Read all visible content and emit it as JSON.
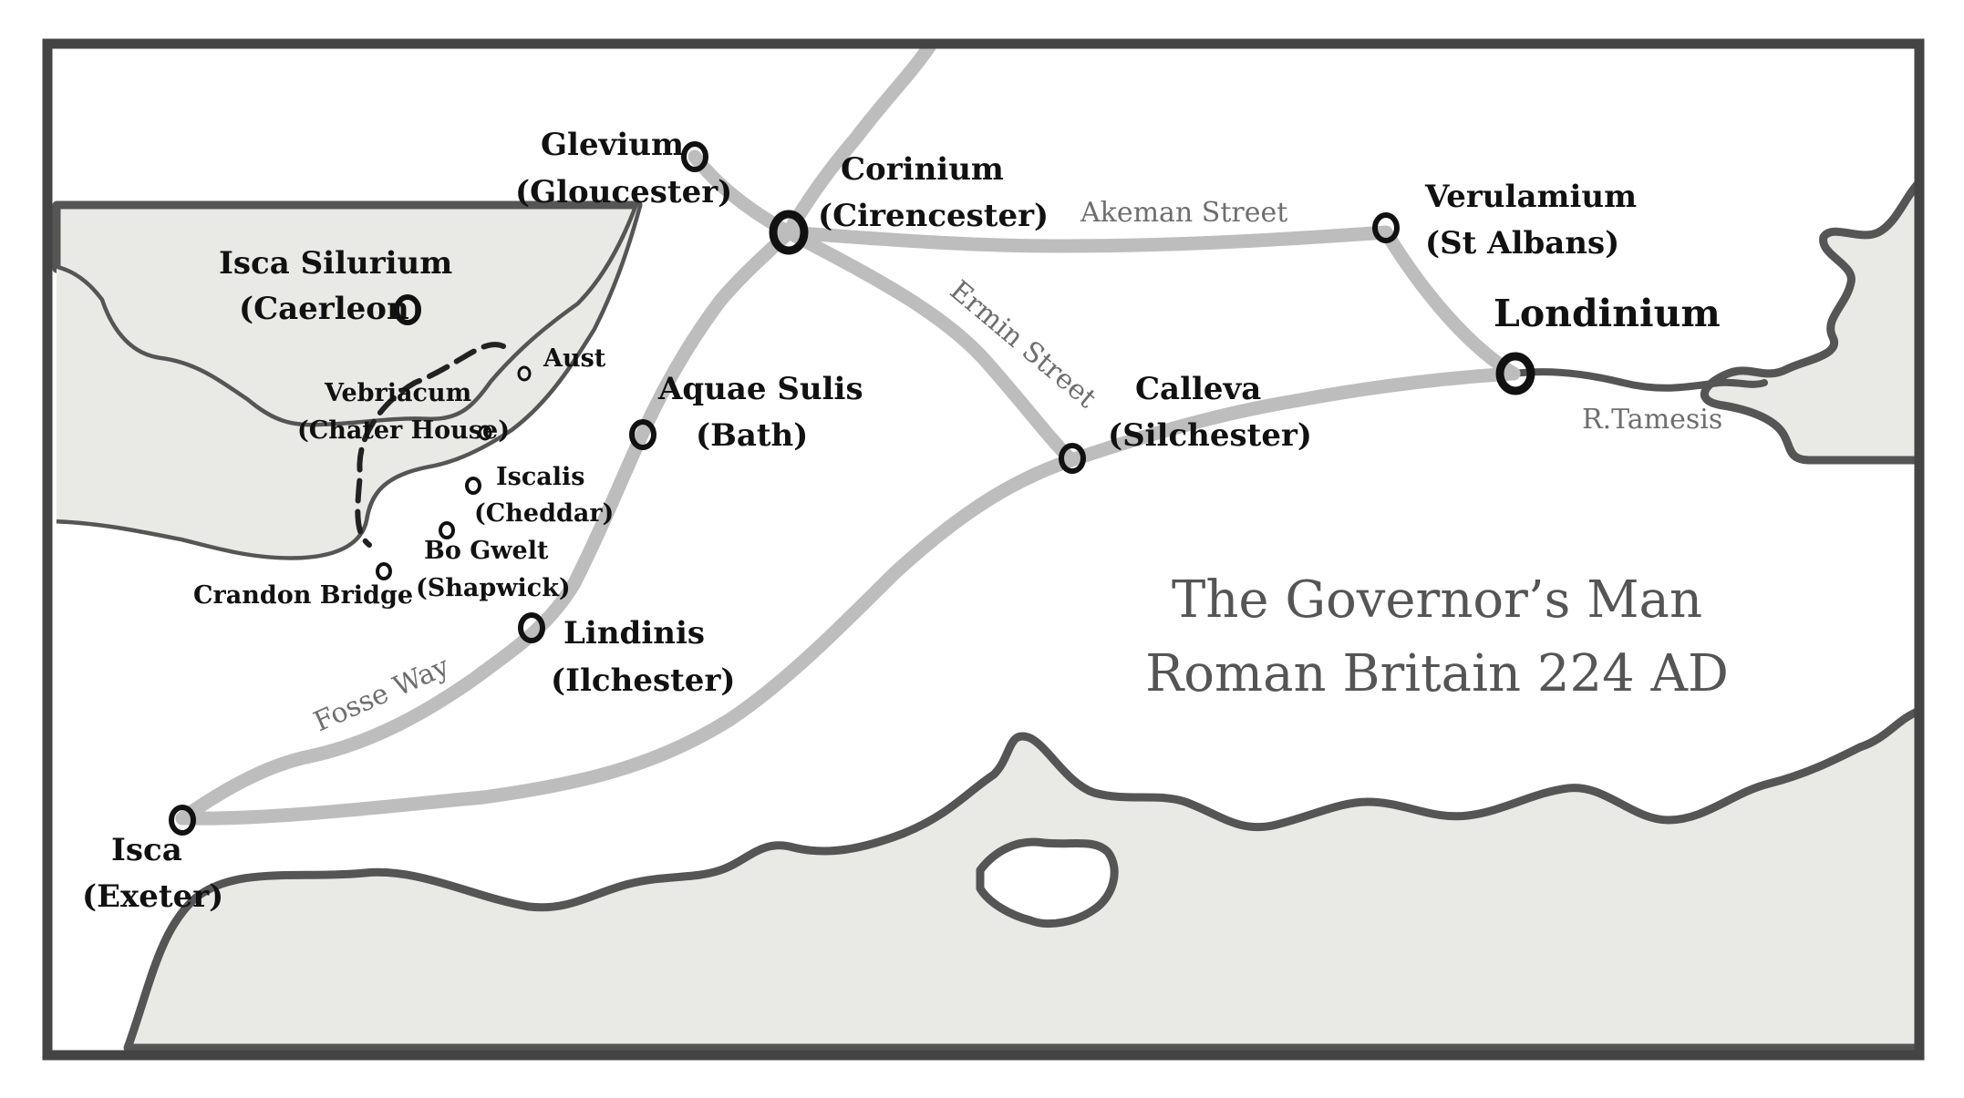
{
  "map": {
    "title_line1": "The Governor’s Man",
    "title_line2": "Roman Britain 224 AD",
    "colors": {
      "land": "#e9e9e6",
      "sea": "#ffffff",
      "coast": "#555555",
      "road": "#bdbdbd",
      "border": "#444444",
      "marker": "#111111"
    },
    "roads": {
      "fosse_way": "Fosse Way",
      "ermin_street": "Ermin Street",
      "akeman_street": "Akeman Street"
    },
    "river": "R.Tamesis",
    "places": {
      "glevium": {
        "name": "Glevium",
        "modern": "(Gloucester)"
      },
      "corinium": {
        "name": "Corinium",
        "modern": "(Cirencester)"
      },
      "verulamium": {
        "name": "Verulamium",
        "modern": "(St Albans)"
      },
      "londinium": {
        "name": "Londinium"
      },
      "isca_silurium": {
        "name": "Isca Silurium",
        "modern": "(Caerleon)"
      },
      "aust": {
        "name": "Aust"
      },
      "vebriacum": {
        "name": "Vebriacum",
        "modern": "(Chater House)"
      },
      "aquae_sulis": {
        "name": "Aquae Sulis",
        "modern": "(Bath)"
      },
      "calleva": {
        "name": "Calleva",
        "modern": "(Silchester)"
      },
      "iscalis": {
        "name": "Iscalis",
        "modern": "(Cheddar)"
      },
      "bo_gwelt": {
        "name": "Bo Gwelt",
        "modern": "(Shapwick)"
      },
      "crandon_bridge": {
        "name": "Crandon Bridge"
      },
      "lindinis": {
        "name": "Lindinis",
        "modern": "(Ilchester)"
      },
      "isca": {
        "name": "Isca",
        "modern": "(Exeter)"
      }
    }
  }
}
